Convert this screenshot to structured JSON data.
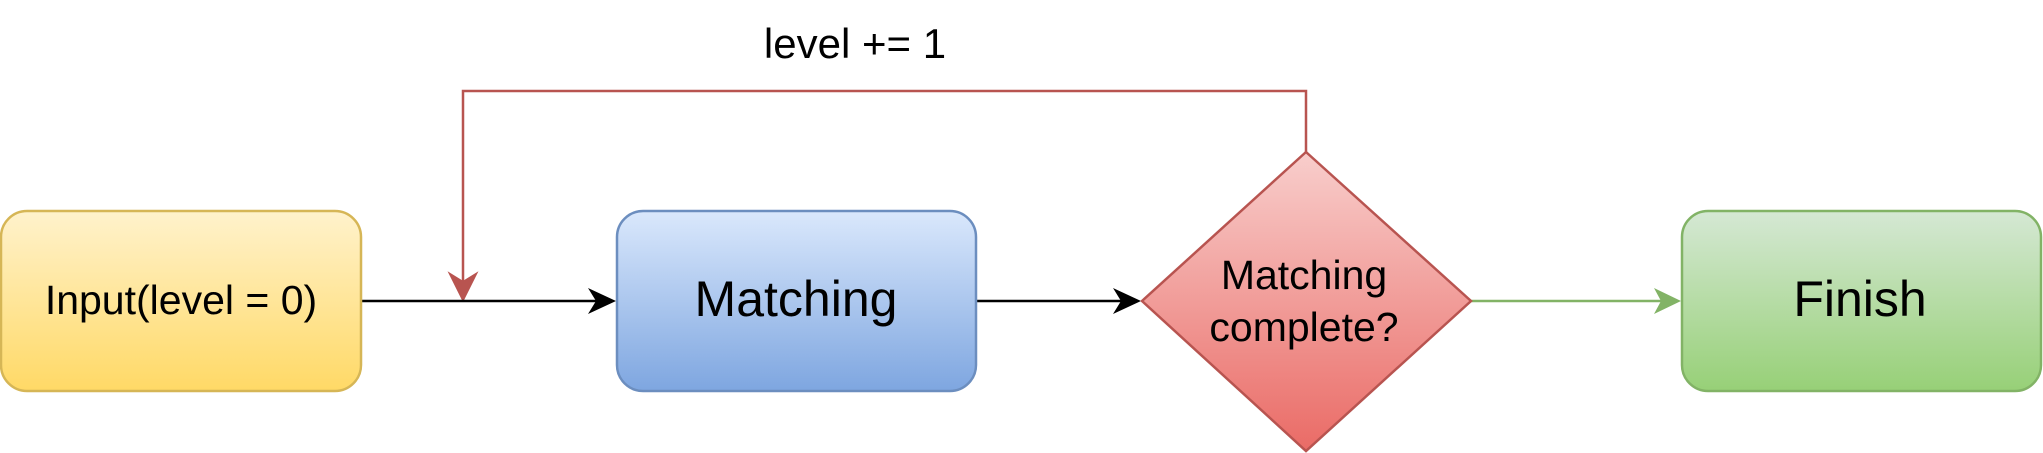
{
  "nodes": {
    "input": {
      "label": "Input(level = 0)",
      "fill_top": "#FFF2CC",
      "fill_bottom": "#FFD966",
      "stroke": "#D6B656"
    },
    "matching": {
      "label": "Matching",
      "fill_top": "#DAE8FC",
      "fill_bottom": "#7EA6E0",
      "stroke": "#6C8EBF"
    },
    "decision": {
      "label_line1": "Matching",
      "label_line2": "complete?",
      "fill_top": "#F8CECC",
      "fill_bottom": "#EA6B66",
      "stroke": "#B85450"
    },
    "finish": {
      "label": "Finish",
      "fill_top": "#D5E8D4",
      "fill_bottom": "#97D077",
      "stroke": "#82B366"
    }
  },
  "edges": {
    "loop_label": "level += 1",
    "loop_color": "#B85450",
    "main_color": "#000000",
    "finish_color": "#82B366"
  }
}
